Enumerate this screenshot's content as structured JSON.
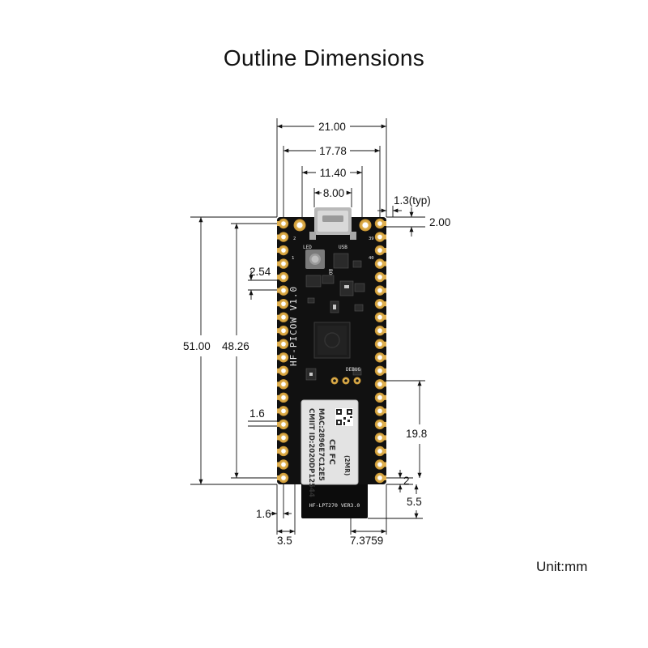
{
  "title": "Outline Dimensions",
  "unit_label": "Unit:mm",
  "dimensions": {
    "width_total": "21.00",
    "pin_row_spacing": "17.78",
    "hole_spacing": "11.40",
    "usb_width": "8.00",
    "edge_typ": "1.3(typ)",
    "top_offset": "2.00",
    "pin_pitch": "2.54",
    "length_total": "51.00",
    "pin_span": "48.26",
    "pad_width": "1.6",
    "module_height": "19.8",
    "module_bottom_offset": "2",
    "antenna_overhang": "5.5",
    "edge_to_hole": "1.6",
    "edge_to_module": "3.5",
    "module_width": "7.3759"
  },
  "board": {
    "silkscreen_name": "HF-PICOW V1.0",
    "led_label": "LED",
    "usb_label": "USB",
    "boot_label": "BOOT",
    "debug_label": "DEBUG",
    "pin_1": "1",
    "pin_2": "2",
    "pin_39": "39",
    "pin_40": "40",
    "module": {
      "mac": "MAC:2896E7C12E5",
      "cmiit": "CMIIT ID:2020DP12544",
      "marking": "(2MR)",
      "ce_fc": "CE FC",
      "antenna_label": "HF-LPT270 VER3.0"
    }
  }
}
